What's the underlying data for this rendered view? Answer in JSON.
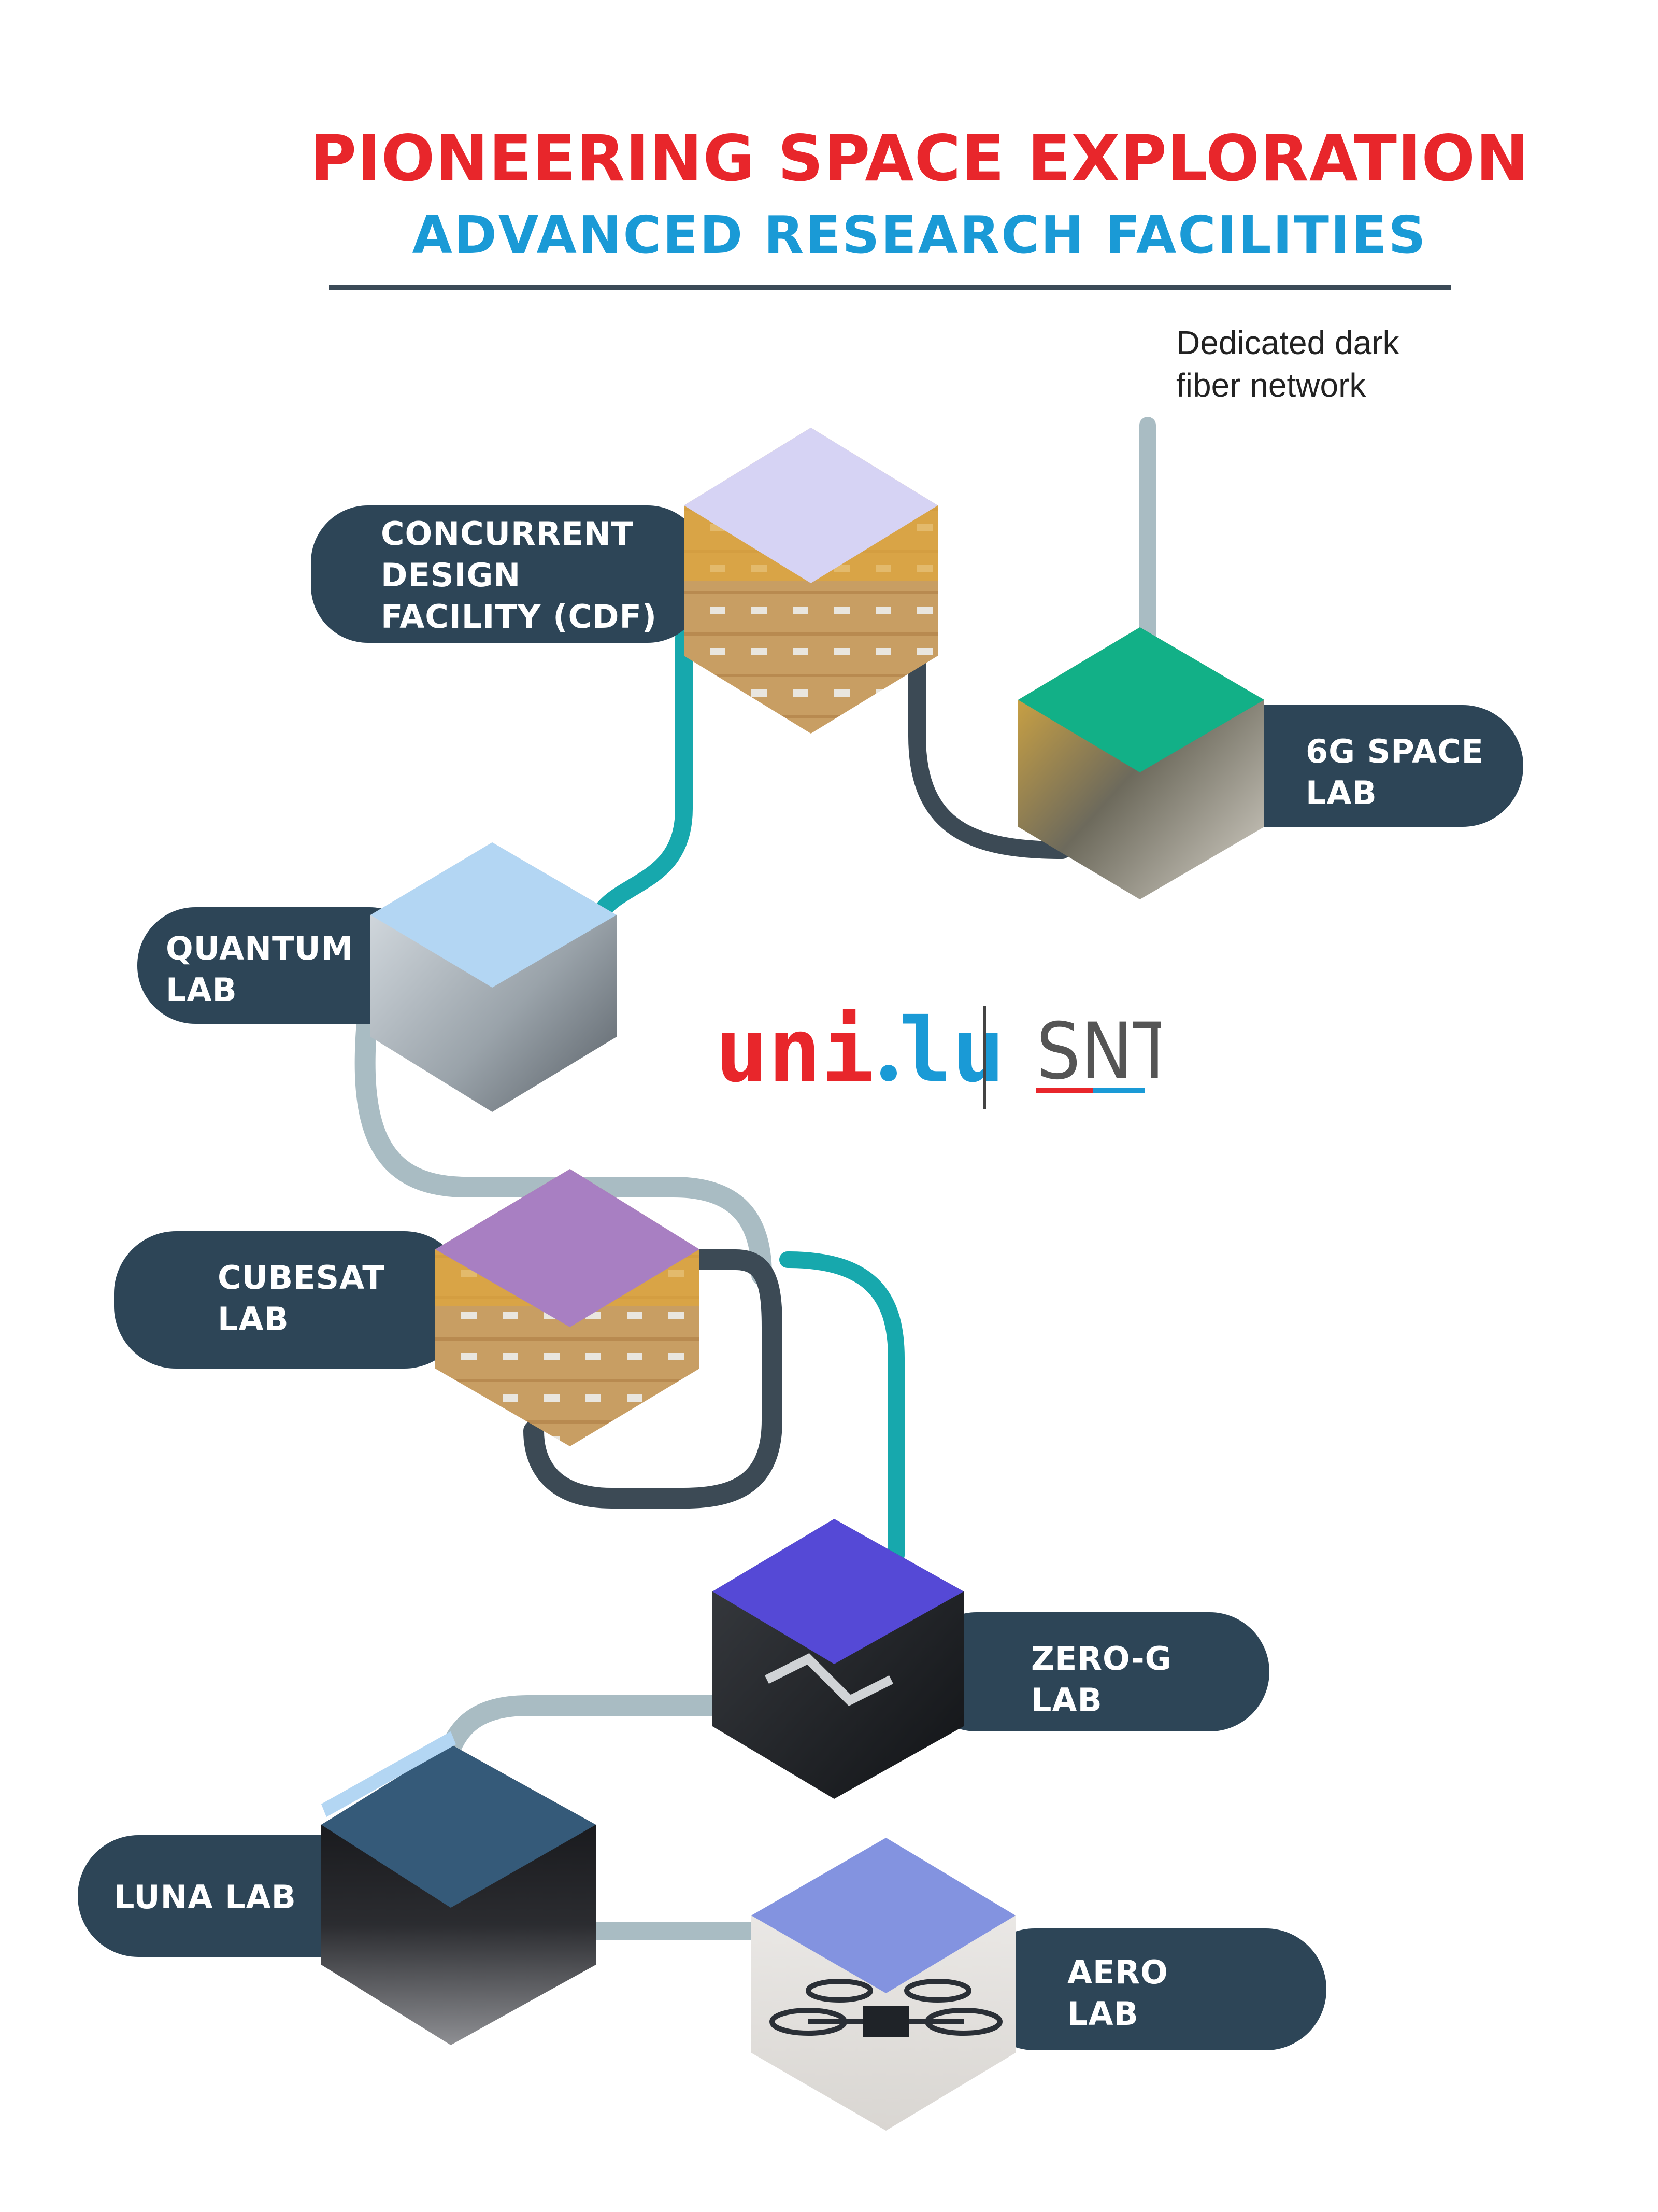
{
  "title": {
    "main": "PIONEERING SPACE EXPLORATION",
    "sub": "ADVANCED RESEARCH FACILITIES"
  },
  "fiber_note": {
    "line1": "Dedicated dark",
    "line2": "fiber network"
  },
  "logos": {
    "uni": "uni.lu",
    "snt": "SNT"
  },
  "colors": {
    "title_red": "#e8262b",
    "title_blue": "#1a9ad6",
    "pill": "#2d4557",
    "path_teal": "#17a8ad",
    "path_dark": "#3c4a55",
    "path_light": "#a9bcc3"
  },
  "labs": [
    {
      "id": "cdf",
      "label": "CONCURRENT\nDESIGN\nFACILITY (CDF)",
      "top_color": "#d6d3f4",
      "photo": "open office"
    },
    {
      "id": "6g",
      "label": "6G SPACE\nLAB",
      "top_color": "#12b087",
      "photo": "yellow walled lab"
    },
    {
      "id": "quantum",
      "label": "QUANTUM\n LAB",
      "top_color": "#b3d6f3",
      "photo": "clean room"
    },
    {
      "id": "cubesat",
      "label": "CUBESAT\nLAB",
      "top_color": "#a87fc2",
      "photo": "open office"
    },
    {
      "id": "zerog",
      "label": "ZERO-G\nLAB",
      "top_color": "#5549d6",
      "photo": "robot arm"
    },
    {
      "id": "luna",
      "label": "LUNA LAB",
      "top_color": "#355a79",
      "photo": "lunar surface"
    },
    {
      "id": "aero",
      "label": "AERO\n LAB",
      "top_color": "#8393e0",
      "photo": "drone"
    }
  ]
}
